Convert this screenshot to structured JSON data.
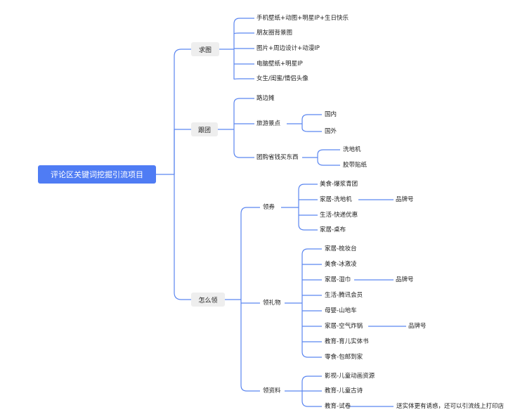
{
  "root": "评论区关键词挖掘引流项目",
  "branch1": {
    "label": "求图",
    "items": [
      "手机壁纸+动图+明星IP+生日快乐",
      "朋友圈背景图",
      "图片+周边设计+动漫IP",
      "电脑壁纸+明星IP",
      "女生/闺蜜/情侣头像"
    ]
  },
  "branch2": {
    "label": "跟团",
    "items": [
      "路边摊",
      "旅游景点",
      "团购省钱买东西"
    ],
    "travel_children": [
      "国内",
      "国外"
    ],
    "group_children": [
      "洗地机",
      "胶带贴纸"
    ]
  },
  "branch3": {
    "label": "怎么领",
    "coupon": {
      "label": "领券",
      "items": [
        "美食-爆浆青团",
        "家居-洗地机",
        "生活-快递优惠",
        "家居-桌布"
      ],
      "note": "品牌号"
    },
    "gift": {
      "label": "领礼物",
      "items": [
        "家居-梳妆台",
        "美食-冰激凌",
        "家居-湿巾",
        "生活-腾讯会员",
        "母婴-山地车",
        "家居-空气炸锅",
        "教育-育儿实体书",
        "零食-包邮到家"
      ],
      "note1": "品牌号",
      "note2": "品牌号"
    },
    "material": {
      "label": "领资料",
      "items": [
        "影视-儿童动画资源",
        "教育-儿童古诗",
        "教育-试卷"
      ],
      "note": "送实体更有诱惑，还可以引流线上打印店"
    }
  },
  "colors": {
    "root_bg": "#4f7cf4",
    "line": "#5b86f0",
    "l1_bg": "#eeeeee"
  }
}
